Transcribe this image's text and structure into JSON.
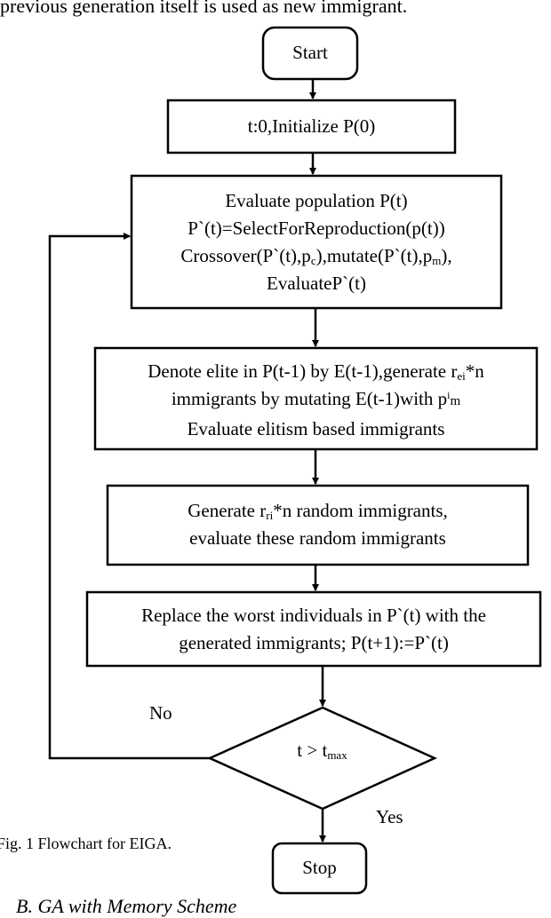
{
  "top_text": "previous generation itself is used as new immigrant.",
  "nodes": {
    "start": "Start",
    "init": "t:0,Initialize P(0)",
    "eval": {
      "line1": "Evaluate population P(t)",
      "line2": "P`(t)=SelectForReproduction(p(t))",
      "line3_a": "Crossover(P`(t),p",
      "line3_sub1": "c",
      "line3_b": "),mutate(P`(t),p",
      "line3_sub2": "m",
      "line3_c": "),",
      "line4": "EvaluateP`(t)"
    },
    "elite": {
      "line1_a": "Denote elite in P(t-1) by E(t-1),generate r",
      "line1_sub": "ei",
      "line1_b": "*n",
      "line2_a": "immigrants by mutating E(t-1)with p",
      "line2_sup": "i",
      "line2_sub": "m",
      "line3": "Evaluate elitism based immigrants"
    },
    "random": {
      "line1_a": "Generate r",
      "line1_sub": "ri",
      "line1_b": "*n random immigrants,",
      "line2": "evaluate these random immigrants"
    },
    "replace": {
      "line1": "Replace the worst individuals in P`(t) with the",
      "line2": "generated immigrants; P(t+1):=P`(t)"
    },
    "decision": {
      "text_a": "t  > t",
      "text_sub": "max"
    },
    "stop": "Stop"
  },
  "edge_labels": {
    "no": "No",
    "yes": "Yes"
  },
  "caption": "Fig. 1 Flowchart for EIGA.",
  "bottom_text": "B. GA with Memory Scheme"
}
